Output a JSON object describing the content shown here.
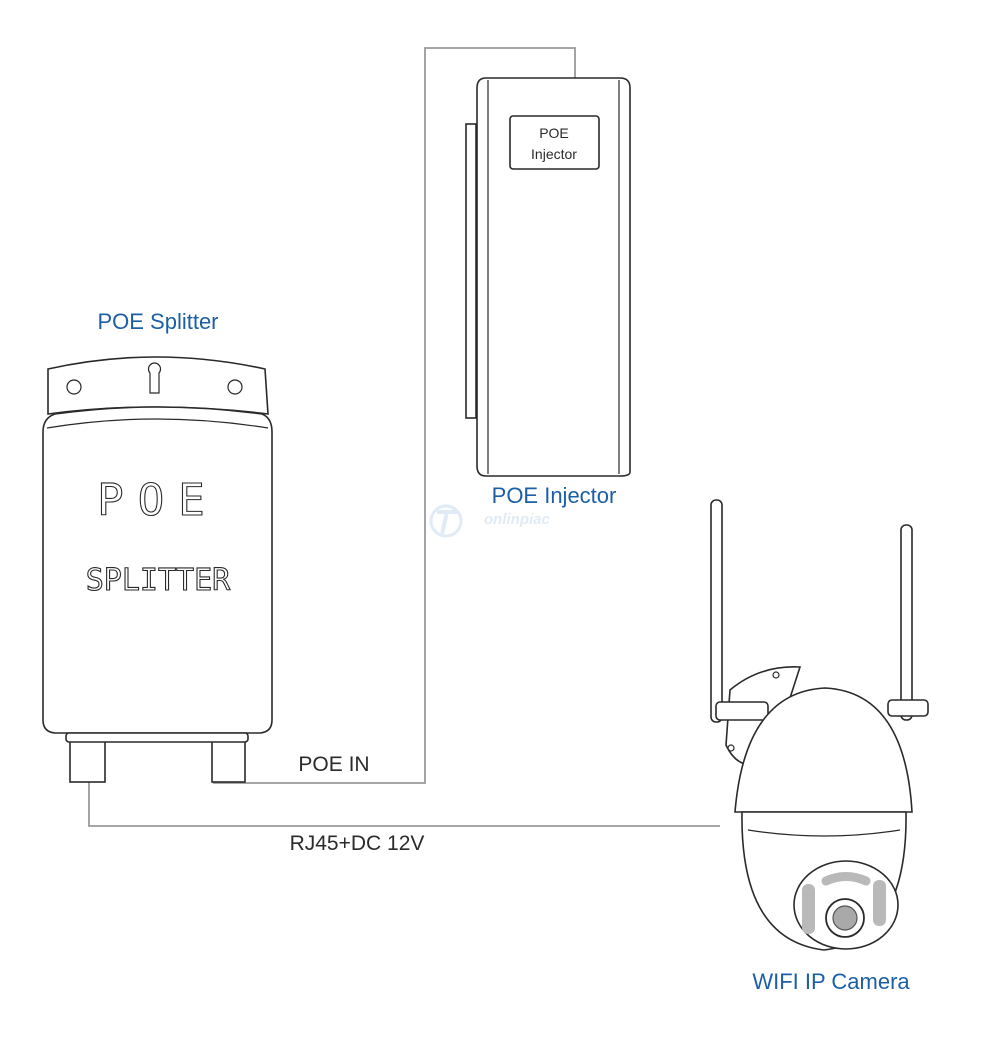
{
  "colors": {
    "label_blue": "#1d5fa6",
    "label_dark": "#2b2b2b",
    "line_gray": "#9a9a9a",
    "outline": "#2a2a2a",
    "led_gray": "#b9b9b9",
    "watermark": "#c7dbef"
  },
  "splitter": {
    "label": "POE Splitter",
    "stencil_top": "POE",
    "stencil_bottom": "SPLITTER"
  },
  "injector": {
    "label": "POE Injector",
    "badge_line1": "POE",
    "badge_line2": "Injector"
  },
  "camera": {
    "label": "WIFI IP Camera"
  },
  "connections": {
    "poe_in": "POE IN",
    "rj45_dc": "RJ45+DC 12V"
  },
  "watermark": {
    "text": "onlinpiac"
  }
}
